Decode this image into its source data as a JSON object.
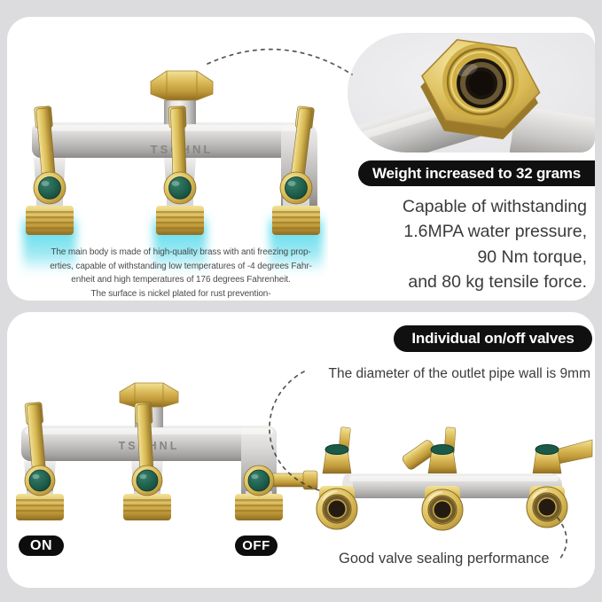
{
  "palette": {
    "page_background": "#dcdcde",
    "panel_background": "#ffffff",
    "banner_background": "#101010",
    "banner_text": "#ffffff",
    "body_text": "#3b3b3b",
    "brass_gold": "#d9ba55",
    "nickel_silver": "#c6c5c3",
    "valve_green": "#1d5c4a",
    "glow_cyan": "#45d6e8"
  },
  "top_panel": {
    "product_brand": "TSCHNL",
    "description_lines": [
      "The main body is made of high-quality brass with anti freezing prop-",
      "erties, capable of withstanding low temperatures of -4 degrees Fahr-",
      "enheit and high temperatures of 176 degrees Fahrenheit.",
      "The surface is nickel plated for rust prevention-"
    ],
    "weight_banner": "Weight increased to 32 grams",
    "spec_lines": [
      "Capable of withstanding",
      "1.6MPA water pressure,",
      "90 Nm torque,",
      "and 80 kg tensile force."
    ]
  },
  "bottom_panel": {
    "valves_banner": "Individual on/off valves",
    "diameter_note": "The diameter of the outlet pipe wall is 9mm",
    "product_brand": "TSCHNL",
    "on_label": "ON",
    "off_label": "OFF",
    "sealing_note": "Good valve sealing performance"
  }
}
